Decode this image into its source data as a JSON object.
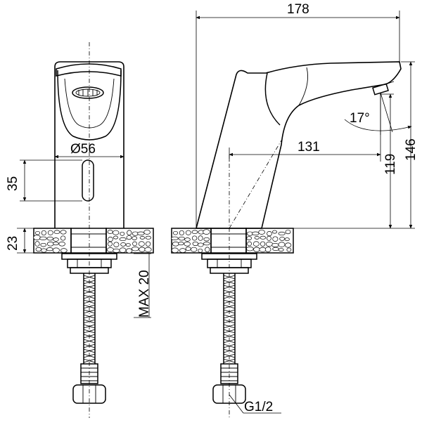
{
  "dimensions": {
    "overall_length": "178",
    "spout_reach": "131",
    "outlet_height": "119",
    "total_height": "146",
    "body_diameter": "Ø56",
    "sensor_height": "35",
    "counter_thickness": "23",
    "max_counter": "MAX 20",
    "spout_angle": "17°",
    "thread": "G1/2"
  },
  "icons": {
    "aerator": "aerator-icon",
    "sensor": "sensor-window-icon",
    "hose": "braided-hose-icon"
  }
}
